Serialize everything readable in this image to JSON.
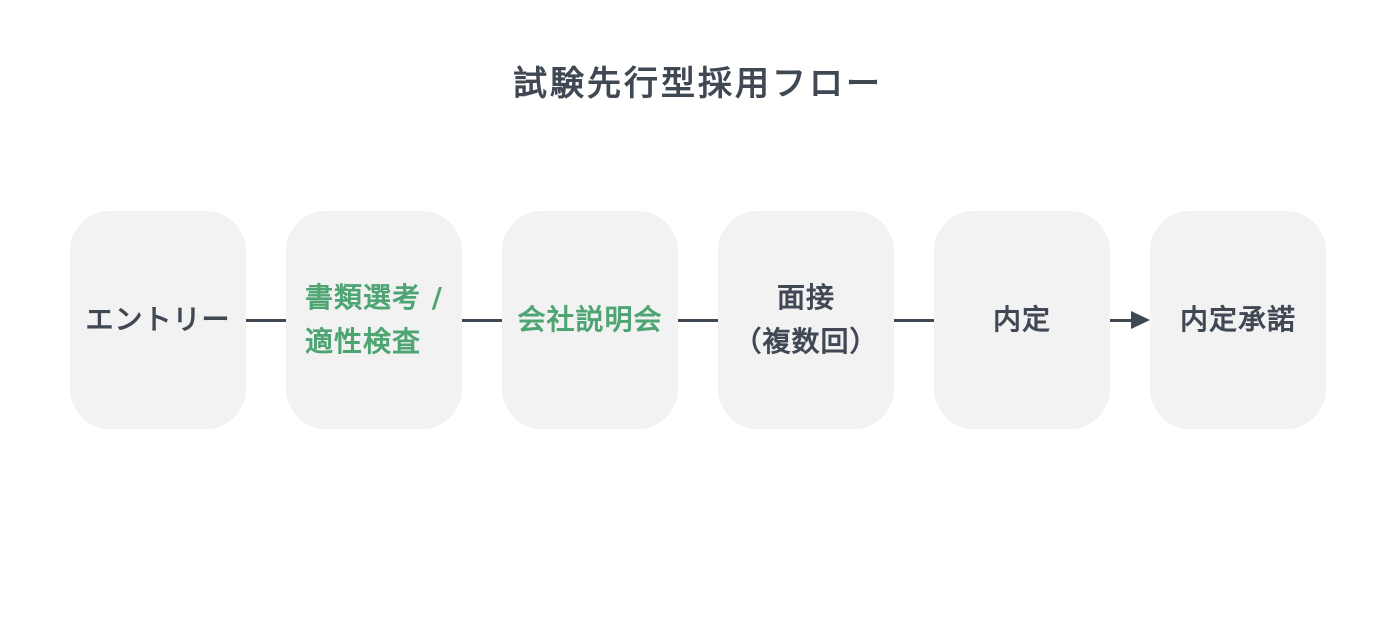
{
  "title": "試験先行型採用フロー",
  "colors": {
    "page_bg": "#ffffff",
    "box_bg": "#f2f2f3",
    "text_dark": "#3f4853",
    "text_green": "#4ea573",
    "connector": "#3f4853"
  },
  "flow": {
    "steps": [
      {
        "name": "entry",
        "lines": [
          "エントリー"
        ],
        "color": "dark",
        "align": "center"
      },
      {
        "name": "document-screening",
        "lines": [
          "書類選考 /",
          "適性検査"
        ],
        "color": "green",
        "align": "left"
      },
      {
        "name": "company-info-session",
        "lines": [
          "会社説明会"
        ],
        "color": "green",
        "align": "center"
      },
      {
        "name": "interview",
        "lines": [
          "面接",
          "（複数回）"
        ],
        "color": "dark",
        "align": "center"
      },
      {
        "name": "job-offer",
        "lines": [
          "内定"
        ],
        "color": "dark",
        "align": "center"
      },
      {
        "name": "offer-acceptance",
        "lines": [
          "内定承諾"
        ],
        "color": "dark",
        "align": "center"
      }
    ],
    "connectors": [
      "line",
      "line",
      "line",
      "line",
      "arrow"
    ]
  }
}
